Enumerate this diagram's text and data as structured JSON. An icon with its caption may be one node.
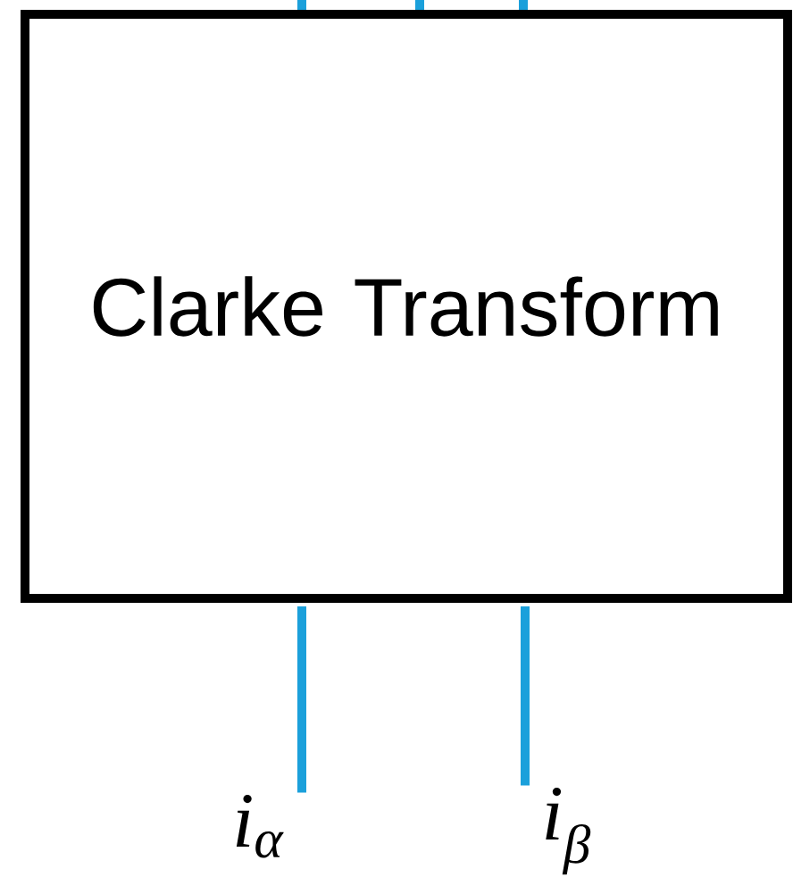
{
  "diagram": {
    "nodes": [
      {
        "text": [
          "Clarke Transform"
        ]
      },
      {
        "text": [
          "i$_{α}$"
        ]
      },
      {
        "text": [
          "i$_{β}$"
        ]
      }
    ],
    "edges": [
      {
        "from": null,
        "to": 0,
        "arrow": "none"
      },
      {
        "from": null,
        "to": 0,
        "arrow": "none"
      },
      {
        "from": null,
        "to": 0,
        "arrow": "none"
      },
      {
        "from": 0,
        "to": 1,
        "arrow": "none"
      },
      {
        "from": 0,
        "to": 2,
        "arrow": "none"
      }
    ]
  }
}
